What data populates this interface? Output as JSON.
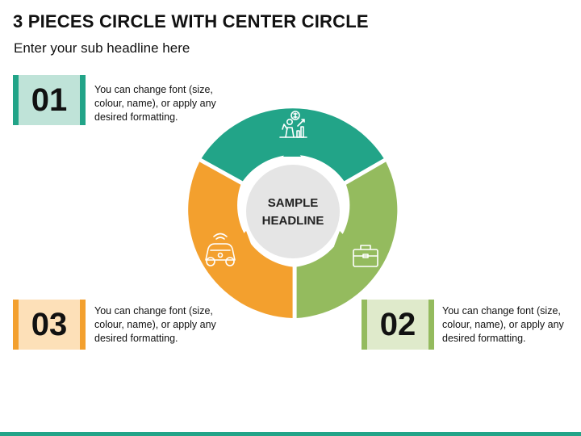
{
  "header": {
    "title": "3 PIECES CIRCLE WITH CENTER CIRCLE",
    "subtitle": "Enter your sub headline here"
  },
  "center": {
    "line1": "SAMPLE",
    "line2": "HEADLINE"
  },
  "items": [
    {
      "number": "01",
      "text": "You can change font (size, colour, name), or apply any desired formatting.",
      "color": "#22a488",
      "light_color": "#bfe3d8",
      "icon": "growth-people-icon"
    },
    {
      "number": "02",
      "text": "You can change font (size, colour, name), or apply any desired formatting.",
      "color": "#94bb5e",
      "light_color": "#dfeacb",
      "icon": "briefcase-icon"
    },
    {
      "number": "03",
      "text": "You can change font (size, colour, name), or apply any desired formatting.",
      "color": "#f3a02e",
      "light_color": "#fde0b8",
      "icon": "smart-car-icon"
    }
  ],
  "colors": {
    "center_fill": "#e5e5e5",
    "bottom_bar": "#22a488"
  }
}
